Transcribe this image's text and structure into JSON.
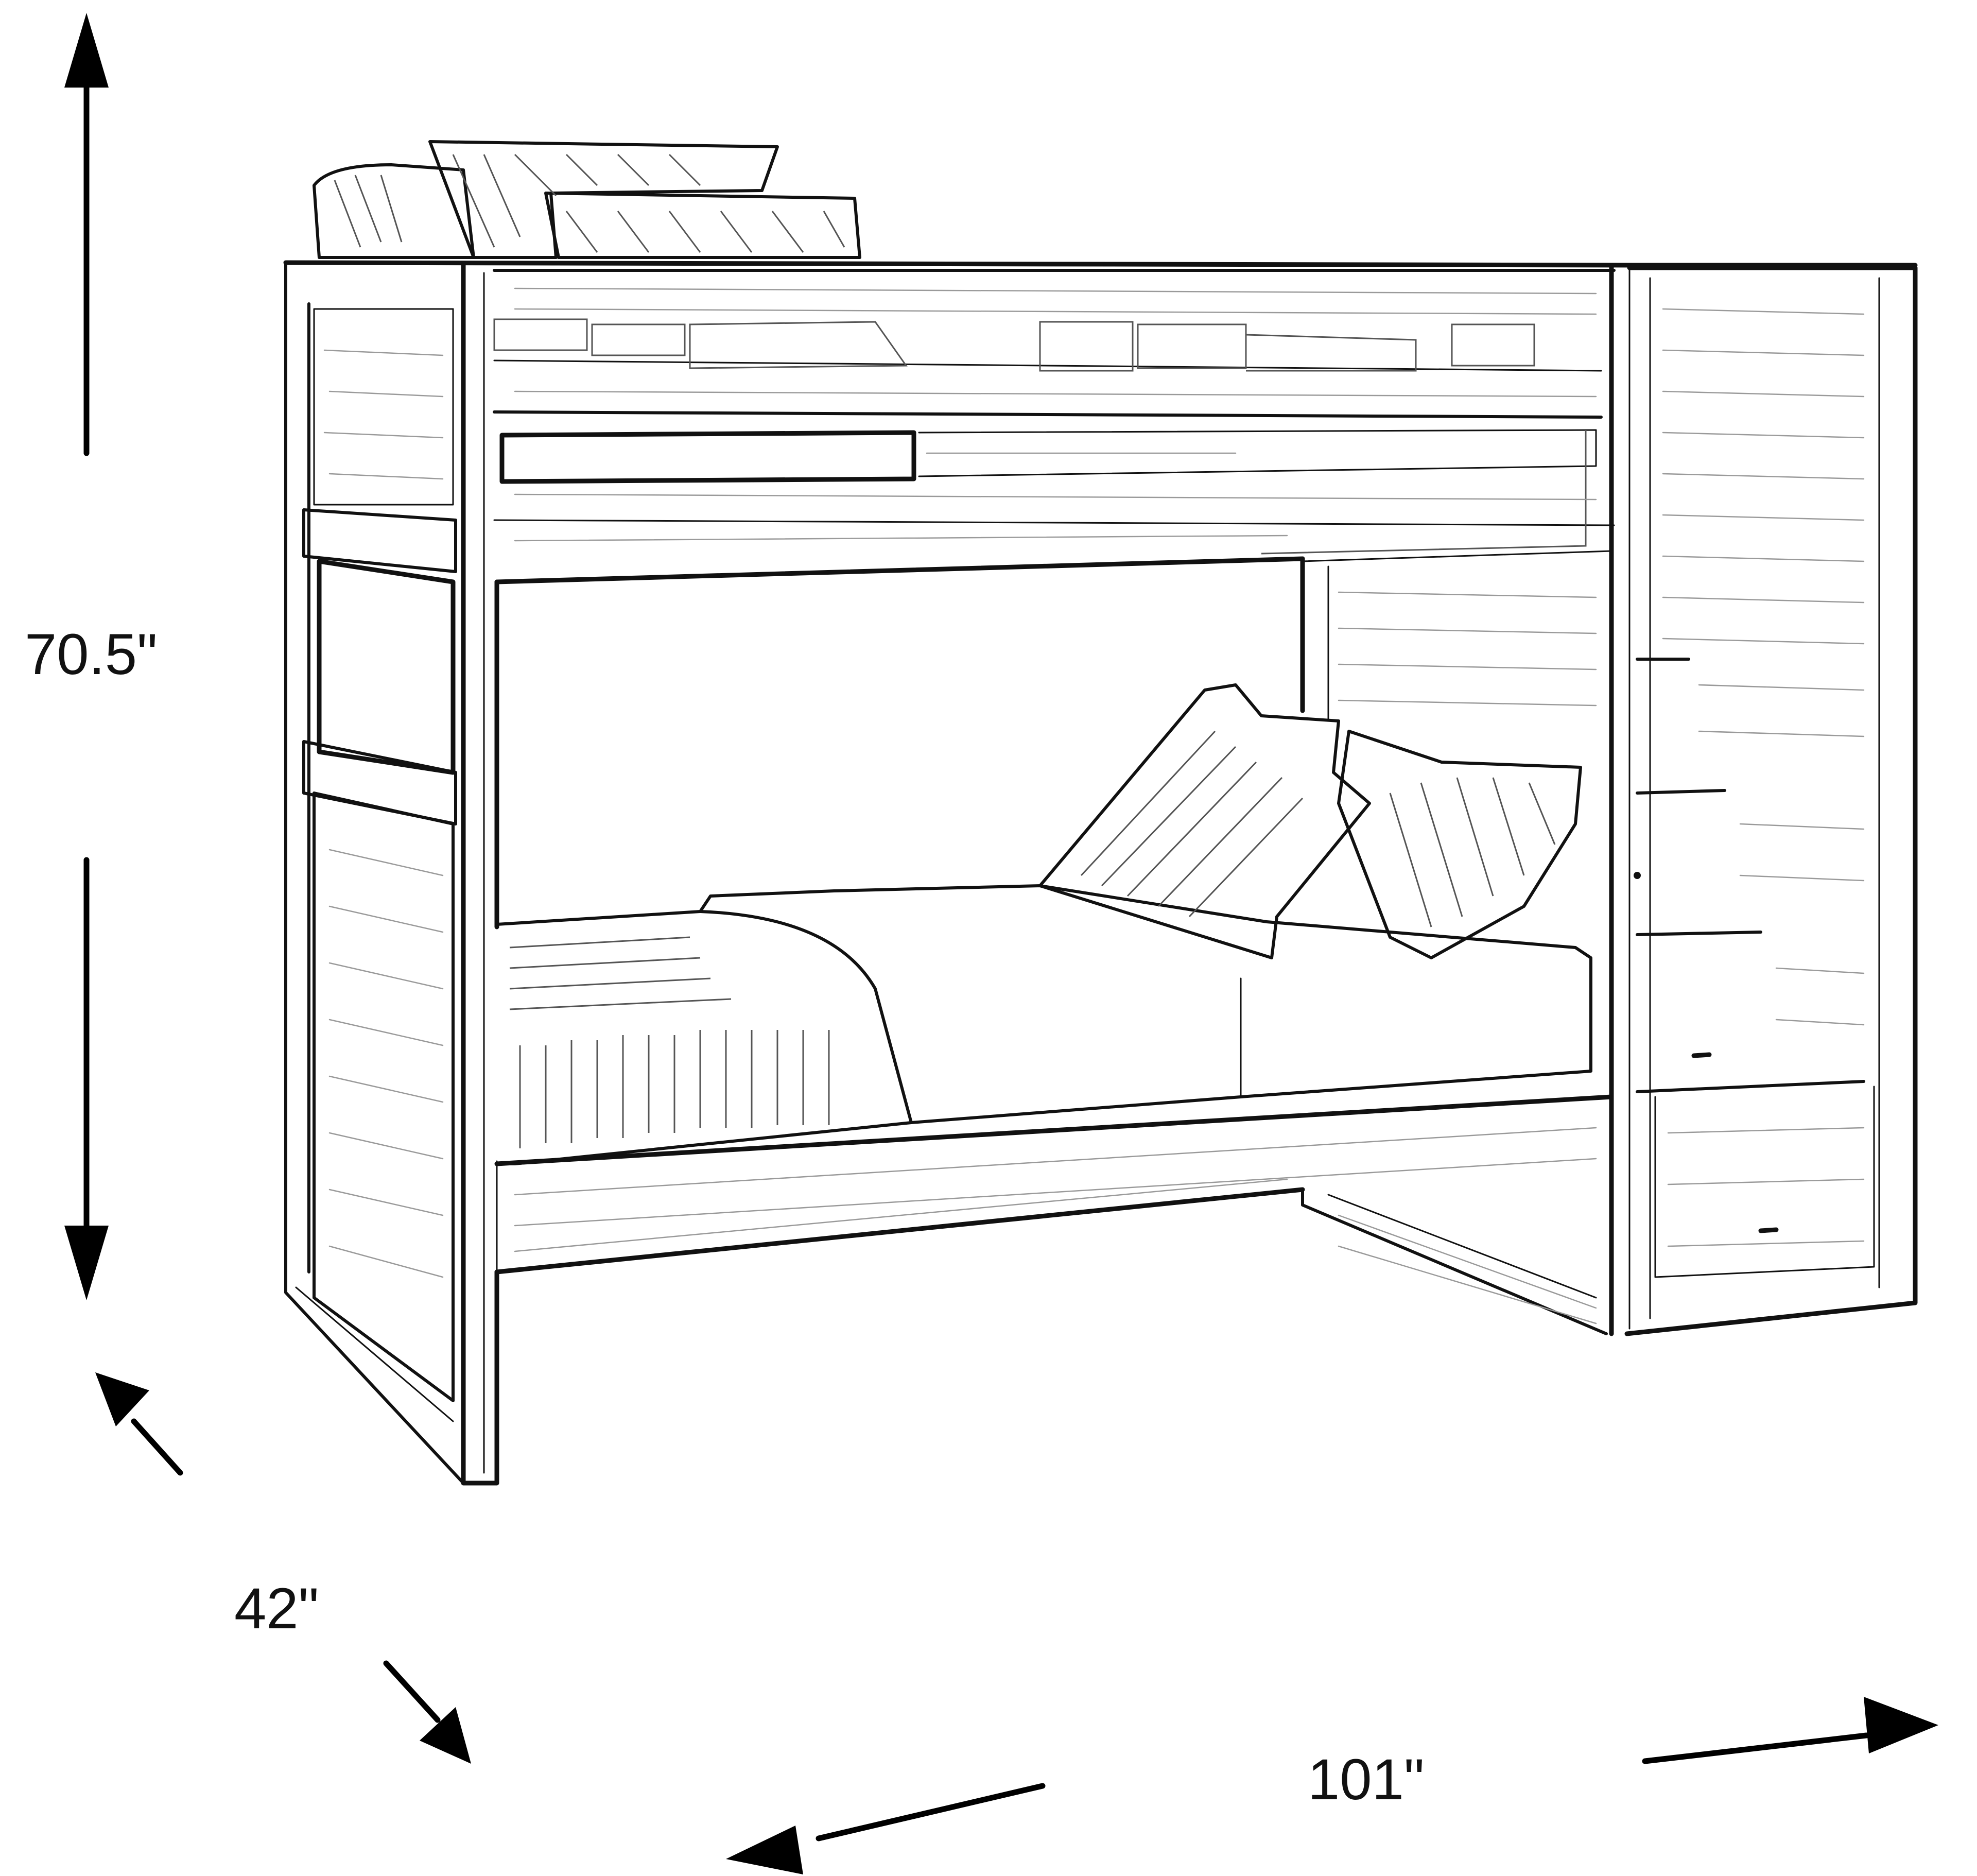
{
  "diagram": {
    "subject": "Bunk bed with staircase dimensions",
    "colors": {
      "ink": "#111111",
      "background": "#ffffff",
      "grain": "#9a9a9a"
    },
    "dimensions": {
      "height": {
        "label": "70.5\"",
        "axis": "vertical"
      },
      "depth": {
        "label": "42\"",
        "axis": "diagonal"
      },
      "width": {
        "label": "101\"",
        "axis": "horizontal"
      }
    },
    "components": [
      "top-bunk-guardrail",
      "top-bunk-pillows",
      "left-end-panel",
      "bottom-bunk-mattress",
      "bottom-bunk-pillows",
      "bottom-bunk-blanket",
      "staircase-chest",
      "storage-drawers"
    ]
  }
}
